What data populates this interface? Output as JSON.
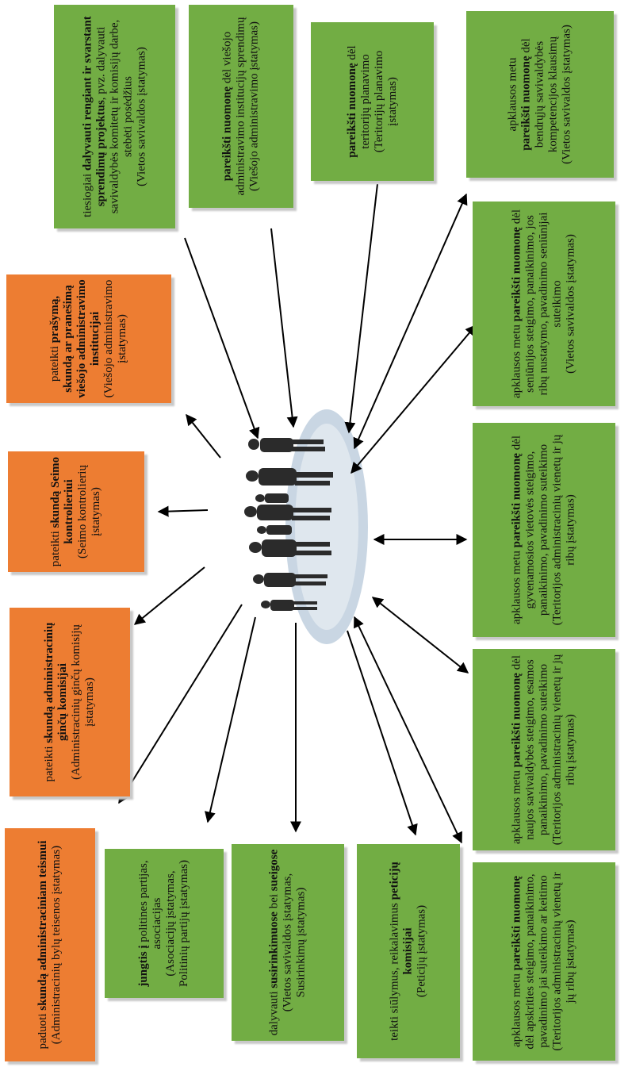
{
  "colors": {
    "green": "#72ad44",
    "orange": "#ed7d32",
    "arrow": "#000000",
    "ellipse": "#c9d6e3"
  },
  "center": {
    "icon": "people-silhouettes-icon"
  },
  "boxes": [
    {
      "id": "b1",
      "color": "green",
      "bold": "dalyvauti rengiant ir svarstant sprendimų projektus",
      "pre": "tiesiogiai ",
      "post": ", pvz. dalyvauti savivaldybės komitetų ir komisijų darbe, stebėti posėdžius",
      "law": "(Vietos savivaldos įstatymas)"
    },
    {
      "id": "b2",
      "color": "green",
      "pre": "",
      "bold": "pareikšti nuomonę",
      "post": " dėl viešojo administravimo institucijų sprendimų",
      "law": "(Viešojo administravimo įstatymas)"
    },
    {
      "id": "b3",
      "color": "green",
      "pre": "",
      "bold": "pareikšti nuomonę",
      "post": " dėl teritorijų planavimo",
      "law": "(Teritorijų planavimo įstatymas)"
    },
    {
      "id": "b4",
      "color": "green",
      "pre": "apklausos metu ",
      "bold": "pareikšti nuomonę",
      "post": " dėl bendrųjų savivaldybės kompetencijos klausimų",
      "law": "(Vietos savivaldos įstatymas)"
    },
    {
      "id": "b5",
      "color": "orange",
      "pre": "pateikti ",
      "bold": "prašymą, skundą ar pranešimą viešojo administravimo institucijai",
      "post": "",
      "law": "(Viešojo administravimo įstatymas)"
    },
    {
      "id": "b6",
      "color": "green",
      "pre": "apklausos metu ",
      "bold": "pareikšti nuomonę",
      "post": " dėl seniūnijos steigimo, panaikinimo, jos ribų nustatymo, pavadinimo seniūnijai suteikimo",
      "law": "(Vietos savivaldos įstatymas)"
    },
    {
      "id": "b7",
      "color": "orange",
      "pre": "pateikti ",
      "bold": "skundą Seimo kontrolieriui",
      "post": "",
      "law": "(Seimo kontrolierių įstatymas)"
    },
    {
      "id": "b8",
      "color": "green",
      "pre": "apklausos metu ",
      "bold": "pareikšti nuomonę",
      "post": " dėl gyvenamosios vietovės steigimo, panaikinimo, pavadinimo suteikimo",
      "law": "(Teritorijos administracinių vienetų ir jų ribų įstatymas)"
    },
    {
      "id": "b9",
      "color": "orange",
      "pre": "pateikti ",
      "bold": "skundą administracinių ginčų komisijai",
      "post": "",
      "law": "(Administracinių ginčų komisijų įstatymas)"
    },
    {
      "id": "b10",
      "color": "green",
      "pre": "apklausos metu ",
      "bold": "pareikšti nuomonę",
      "post": " dėl naujos savivaldybės steigimo, esamos panaikinimo, pavadinimo suteikimo",
      "law": "(Teritorijos administracinių vienetų ir jų ribų įstatymas)"
    },
    {
      "id": "b11",
      "color": "orange",
      "pre": "paduoti ",
      "bold": "skundą administraciniam teismui",
      "post": "",
      "law": "(Administracinių bylų teisenos įstatymas)"
    },
    {
      "id": "b12",
      "color": "green",
      "pre": "",
      "bold": "jungtis į",
      "post": " politines partijas, asociacijas",
      "law": "(Asociacijų įstatymas, Politinių partijų įstatymas)"
    },
    {
      "id": "b13",
      "color": "green",
      "pre": "dalyvauti ",
      "bold": "susirinkimuose",
      "post": " bei ",
      "bold2": "sueigose",
      "law": "(Vietos savivaldos įstatymas, Susirinkimų įstatymas)"
    },
    {
      "id": "b14",
      "color": "green",
      "pre": "teikti siūlymus, reikalavimus ",
      "bold": "peticijų komisijai",
      "post": "",
      "law": "(Peticijų įstatymas)"
    },
    {
      "id": "b15",
      "color": "green",
      "pre": "apklausos metu ",
      "bold": "pareikšti nuomonę",
      "post": " dėl apskrities steigimo, panaikinimo, pavadinimo jai suteikimo ar keitimo",
      "law": "(Teritorijos administracinių vienetų ir jų ribų įstatymas)"
    }
  ]
}
